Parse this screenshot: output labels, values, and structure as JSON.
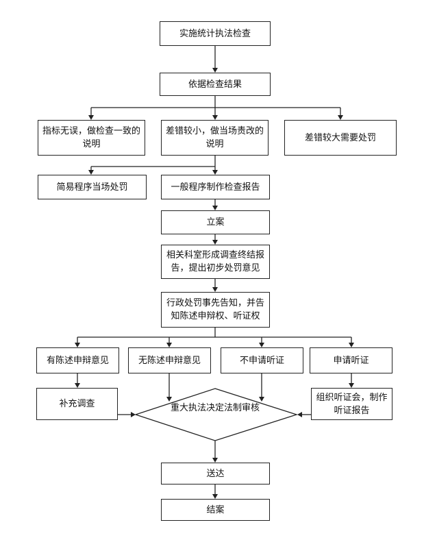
{
  "steps": {
    "implement": "实施统计执法检查",
    "basis": "依据检查结果",
    "no_error": "指标无误，做检查一致的说明",
    "small_error": "差错较小，做当场责改的说明",
    "large_error": "差错较大需要处罚",
    "simple": "简易程序当场处罚",
    "general": "一般程序制作检查报告",
    "filing": "立案",
    "report": "相关科室形成调查终结报告，提出初步处罚意见",
    "notice": "行政处罚事先告知，并告知陈述申辩权、听证权",
    "has_statement": "有陈述申辩意见",
    "no_statement": "无陈述申辩意见",
    "no_hearing": "不申请听证",
    "hearing": "申请听证",
    "supplement": "补充调查",
    "organize_hearing": "组织听证会，制作听证报告",
    "review": "重大执法决定法制审核",
    "deliver": "送达",
    "close": "结案"
  }
}
